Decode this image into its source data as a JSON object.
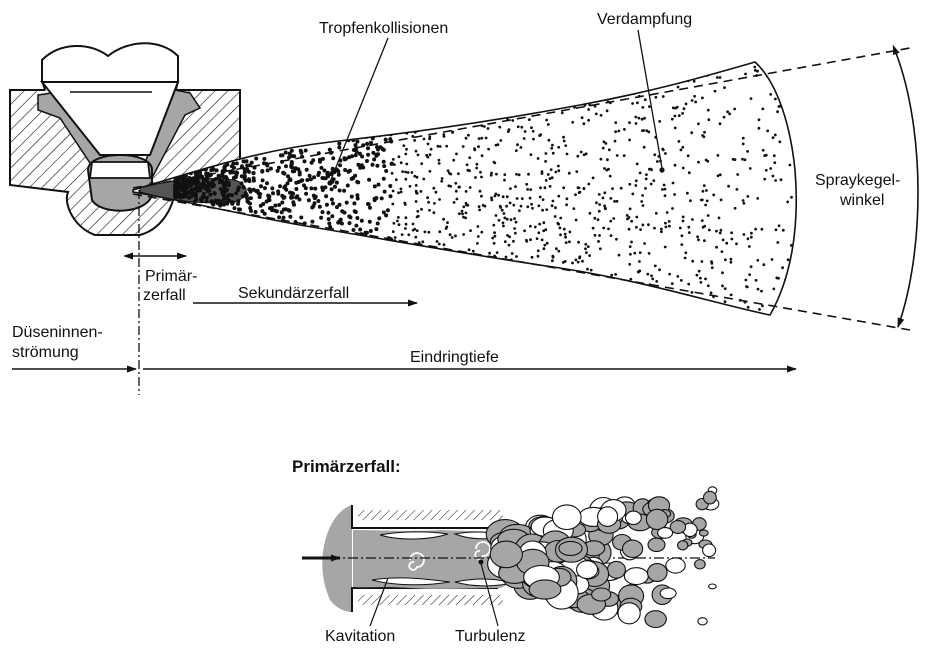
{
  "labels": {
    "droplet_collisions": "Tropfenkollisionen",
    "evaporation": "Verdampfung",
    "spray_angle_line1": "Spraykegel-",
    "spray_angle_line2": "winkel",
    "primary_breakup_line1": "Primär-",
    "primary_breakup_line2": "zerfall",
    "secondary_breakup": "Sekundärzerfall",
    "internal_flow_line1": "Düseninnen-",
    "internal_flow_line2": "strömung",
    "penetration": "Eindringtiefe",
    "inset_title": "Primärzerfall:",
    "cavitation": "Kavitation",
    "turbulence": "Turbulenz"
  },
  "colors": {
    "ink": "#111111",
    "gray_fill": "#a6a6a6",
    "light_gray": "#c8c8c8"
  }
}
